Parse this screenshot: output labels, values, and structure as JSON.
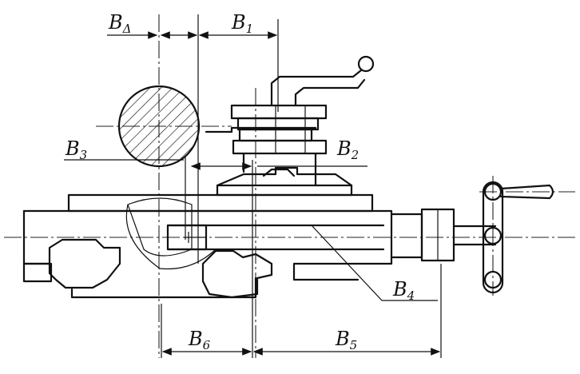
{
  "labels": {
    "b_delta": {
      "main": "B",
      "sub": "Δ"
    },
    "b1": {
      "main": "B",
      "sub": "1"
    },
    "b2": {
      "main": "B",
      "sub": "2"
    },
    "b3": {
      "main": "B",
      "sub": "3"
    },
    "b4": {
      "main": "B",
      "sub": "4"
    },
    "b5": {
      "main": "B",
      "sub": "5"
    },
    "b6": {
      "main": "B",
      "sub": "6"
    }
  }
}
